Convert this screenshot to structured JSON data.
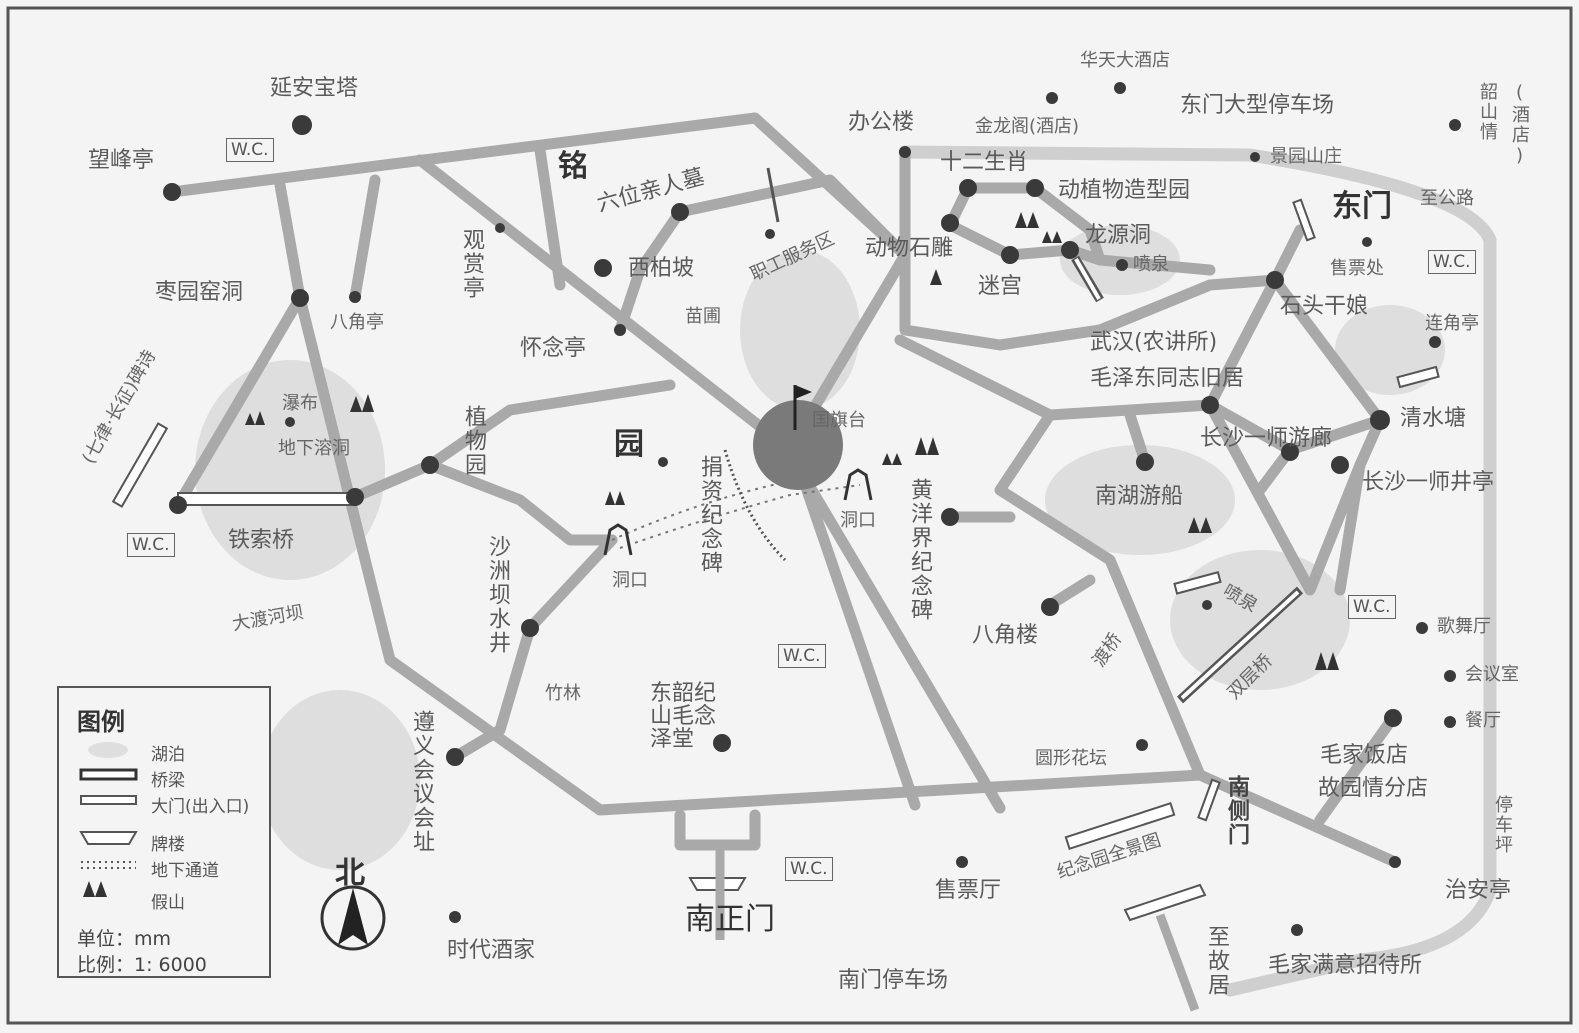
{
  "legend": {
    "title": "图例",
    "items": [
      "湖泊",
      "桥梁",
      "大门(出入口)",
      "牌楼",
      "地下通道",
      "假山"
    ],
    "unit": "单位：mm",
    "scale": "比例：1: 6000"
  },
  "north": "北",
  "wc": "W.C.",
  "places": {
    "yanan_pagoda": "延安宝塔",
    "wangfeng": "望峰亭",
    "zaoyuan": "枣园窑洞",
    "bajiao_ting": "八角亭",
    "changzheng": "(七律·长征)碑诗",
    "waterfall": "瀑布",
    "underground_cave": "地下溶洞",
    "tiesuo": "铁索桥",
    "dadu": "大渡河坝",
    "guanshang": "观赏亭",
    "ming": "铭",
    "yuan": "园",
    "liuwei": "六位亲人墓",
    "xibaipo": "西柏坡",
    "zhigong": "职工服务区",
    "miaopu": "苗圃",
    "huainian": "怀念亭",
    "zhiwuyuan": "植物园",
    "guoqitai": "国旗台",
    "juanzi": "捐资纪念碑",
    "dongkou1": "洞口",
    "dongkou2": "洞口",
    "shazhouba": "沙洲坝水井",
    "zhulin": "竹林",
    "zunyi": "遵义会议会址",
    "shaoshan_memorial": "东韶纪山毛念泽堂",
    "huangyangjie": "黄洋界纪念碑",
    "bangonglou": "办公楼",
    "jinlongge": "金龙阁(酒店)",
    "huatian": "华天大酒店",
    "dongmen_parking": "东门大型停车场",
    "shaoshanqing": "韶山情",
    "hotel_vertical": "(酒店)",
    "jingyuan": "景园山庄",
    "dongmen": "东门",
    "zhigonglu": "至公路",
    "shier": "十二生肖",
    "dongzhiwu": "动植物造型园",
    "dongwushidiao": "动物石雕",
    "longyuandong": "龙源洞",
    "penquan1": "喷泉",
    "migong": "迷宫",
    "shoupiaochu": "售票处",
    "shitou": "石头干娘",
    "lianjiao": "连角亭",
    "wuhan": "武汉(农讲所)",
    "maoold": "毛泽东同志旧居",
    "qingshuitang": "清水塘",
    "changsha_youlang": "长沙一师游廊",
    "changsha_jingting": "长沙一师井亭",
    "nanhu": "南湖游船",
    "penquan2": "喷泉",
    "bajiaolou": "八角楼",
    "duqiao": "渡桥",
    "shuangceng": "双层桥",
    "gewu": "歌舞厅",
    "huiyi": "会议室",
    "canting": "餐厅",
    "yuanxing": "圆形花坛",
    "maojia_fandian": "毛家饭店",
    "guyuanqing": "故园情分店",
    "tingchechang": "停车坪",
    "nancemen": "南侧门",
    "quanjingtu": "纪念园全景图",
    "shoupiaoting": "售票厅",
    "zhian": "治安亭",
    "nanzhengmen": "南正门",
    "shidai": "时代酒家",
    "nanmen_parking": "南门停车场",
    "zhiguju": "至故居",
    "maojia_zhaodai": "毛家满意招待所"
  }
}
